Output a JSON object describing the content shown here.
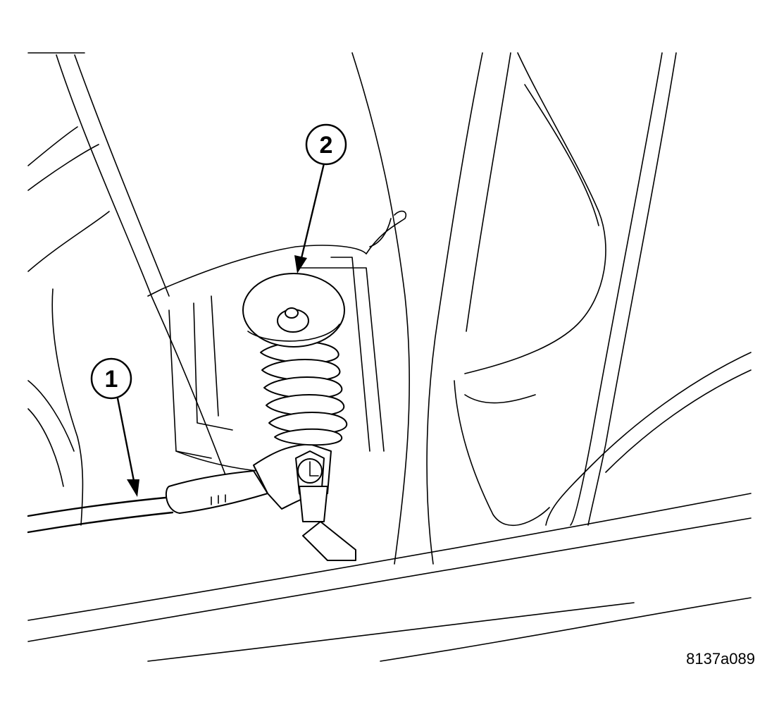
{
  "figure": {
    "id_label": "8137a089",
    "callouts": [
      {
        "number": "1",
        "target": "cable"
      },
      {
        "number": "2",
        "target": "spring-isolator"
      }
    ]
  },
  "colors": {
    "ink": "#000000",
    "paper": "#ffffff"
  }
}
